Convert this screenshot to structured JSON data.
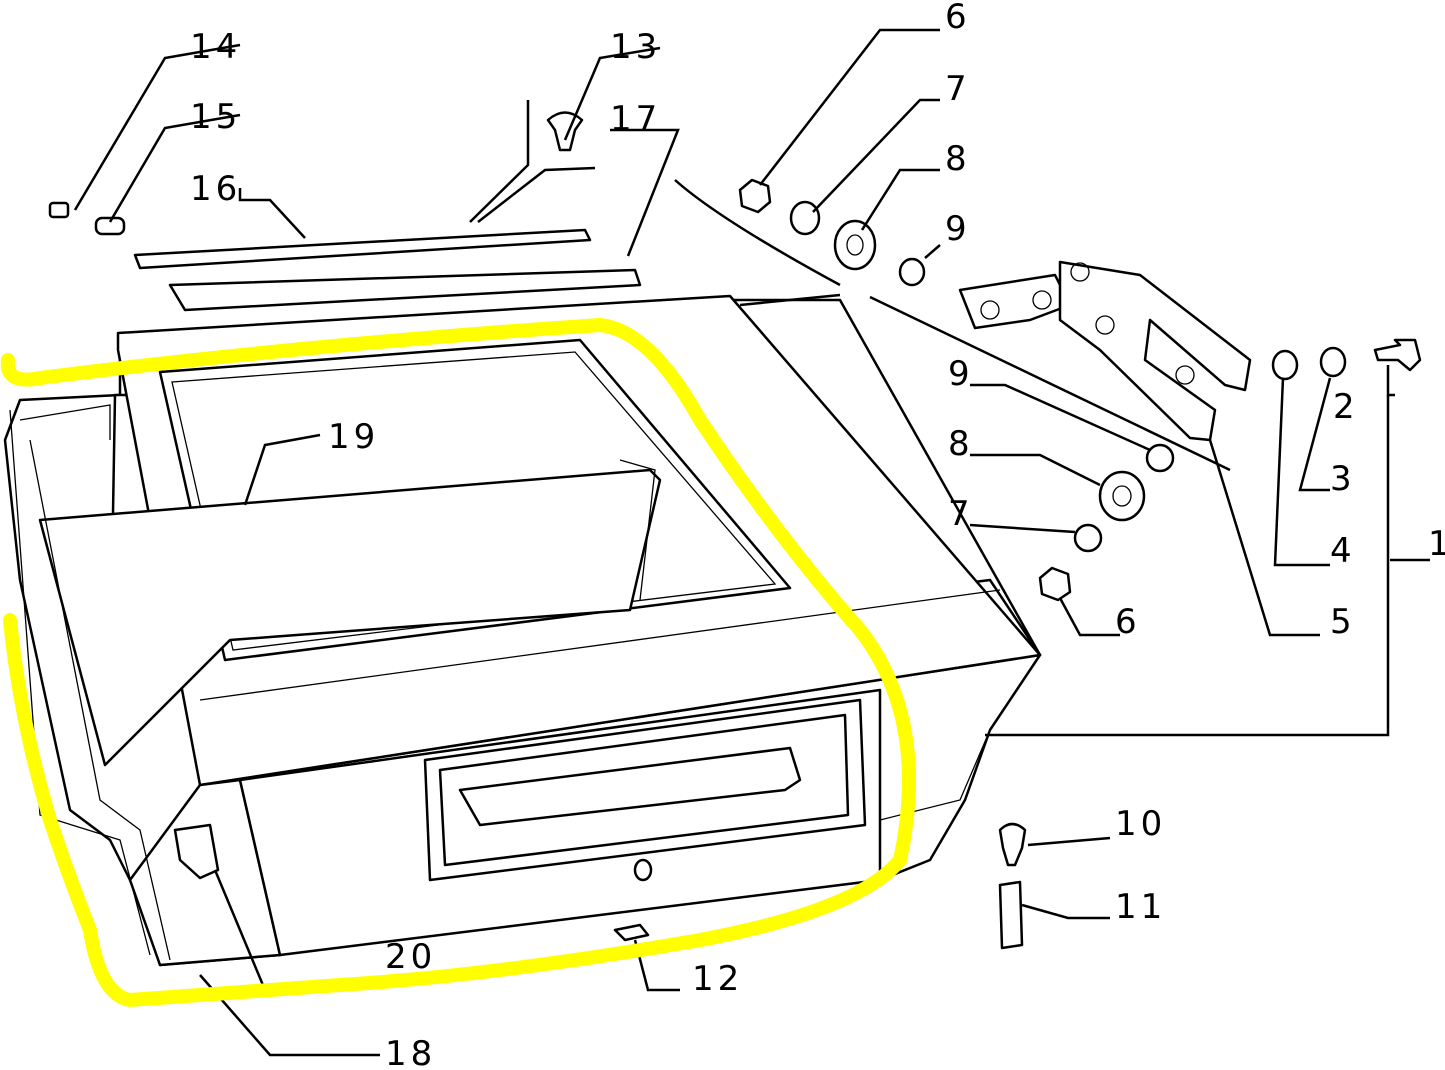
{
  "diagram": {
    "title": "Tailgate exploded parts diagram",
    "highlight_color": "#ffff00",
    "line_color": "#000000",
    "callouts": {
      "c1": "1",
      "c2": "2",
      "c3": "3",
      "c4": "4",
      "c5": "5",
      "c6a": "6",
      "c6b": "6",
      "c7a": "7",
      "c7b": "7",
      "c8a": "8",
      "c8b": "8",
      "c9a": "9",
      "c9b": "9",
      "c10": "10",
      "c11": "11",
      "c12": "12",
      "c13": "13",
      "c14": "14",
      "c15": "15",
      "c16": "16",
      "c17": "17",
      "c18": "18",
      "c19": "19",
      "c20": "20"
    }
  }
}
